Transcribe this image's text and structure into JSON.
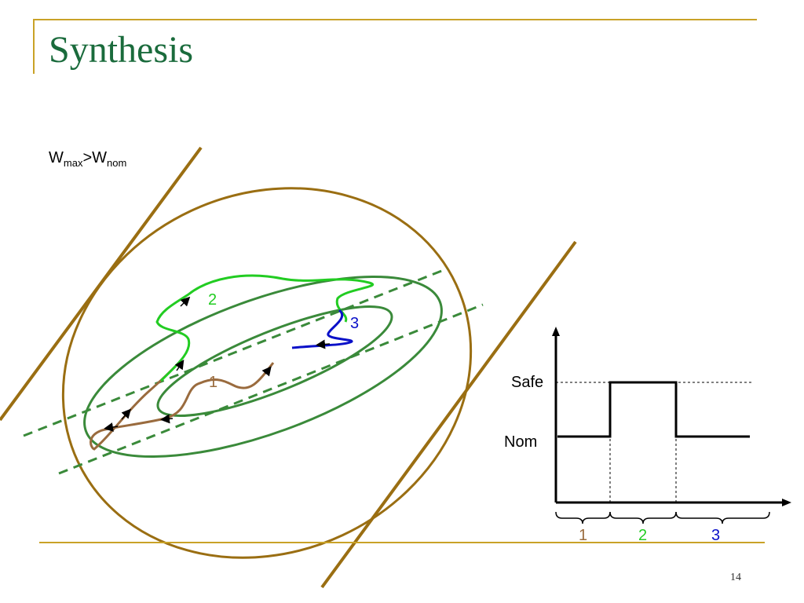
{
  "slide": {
    "title": "Synthesis",
    "page_number": "14"
  },
  "condition": {
    "w_main": "W",
    "sub_max": "max",
    "operator": ">",
    "w_main2": "W",
    "sub_nom": "nom"
  },
  "phase_plot": {
    "trajectory_labels": [
      "1",
      "2",
      "3"
    ],
    "trajectory_colors": [
      "#9a6b3e",
      "#22cc22",
      "#0a10c8"
    ],
    "ellipse_color": "#9a6e12",
    "inner_ellipse_color": "#3a8a3a"
  },
  "timeline": {
    "y_labels": {
      "safe": "Safe",
      "nom": "Nom"
    },
    "interval_labels": [
      "1",
      "2",
      "3"
    ],
    "interval_colors": [
      "#9a6b3e",
      "#22cc22",
      "#0a10c8"
    ]
  }
}
